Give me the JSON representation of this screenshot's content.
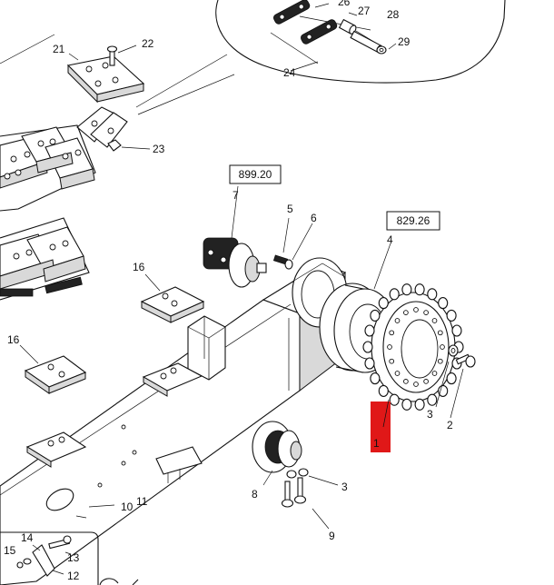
{
  "references": [
    {
      "id": "ref-899",
      "text": "899.20"
    },
    {
      "id": "ref-829",
      "text": "829.26"
    }
  ],
  "callouts": [
    {
      "id": "1",
      "text": "1"
    },
    {
      "id": "2",
      "text": "2"
    },
    {
      "id": "3a",
      "text": "3"
    },
    {
      "id": "3b",
      "text": "3"
    },
    {
      "id": "4",
      "text": "4"
    },
    {
      "id": "5",
      "text": "5"
    },
    {
      "id": "6",
      "text": "6"
    },
    {
      "id": "7",
      "text": "7"
    },
    {
      "id": "8",
      "text": "8"
    },
    {
      "id": "9",
      "text": "9"
    },
    {
      "id": "10",
      "text": "10"
    },
    {
      "id": "11",
      "text": "11"
    },
    {
      "id": "12",
      "text": "12"
    },
    {
      "id": "13",
      "text": "13"
    },
    {
      "id": "14",
      "text": "14"
    },
    {
      "id": "15",
      "text": "15"
    },
    {
      "id": "16a",
      "text": "16"
    },
    {
      "id": "16b",
      "text": "16"
    },
    {
      "id": "21",
      "text": "21"
    },
    {
      "id": "22",
      "text": "22"
    },
    {
      "id": "23",
      "text": "23"
    },
    {
      "id": "24",
      "text": "24"
    },
    {
      "id": "26",
      "text": "26"
    },
    {
      "id": "27",
      "text": "27"
    },
    {
      "id": "28",
      "text": "28"
    },
    {
      "id": "29",
      "text": "29"
    }
  ],
  "highlight": {
    "part": "1",
    "color": "#e01818"
  }
}
